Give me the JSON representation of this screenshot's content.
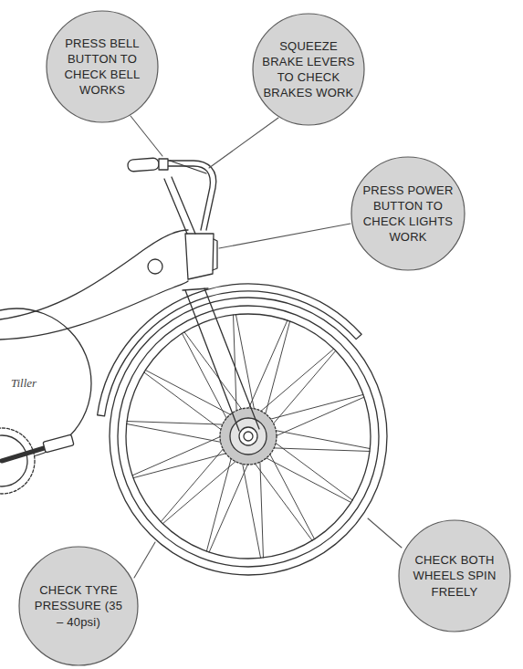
{
  "diagram": {
    "nodes": [
      {
        "text": [
          "PRESS BELL BUTTON TO CHECK BELL WORKS"
        ]
      },
      {
        "text": [
          "SQUEEZE BRAKE LEVERS TO CHECK BRAKES WORK"
        ]
      },
      {
        "text": [
          "PRESS POWER BUTTON TO CHECK LIGHTS WORK"
        ]
      },
      {
        "text": [
          "CHECK TYRE PRESSURE (35 – 40psi)"
        ]
      },
      {
        "text": [
          "CHECK BOTH WHEELS SPIN FREELY"
        ]
      }
    ],
    "labels": [
      "Tiller"
    ]
  }
}
